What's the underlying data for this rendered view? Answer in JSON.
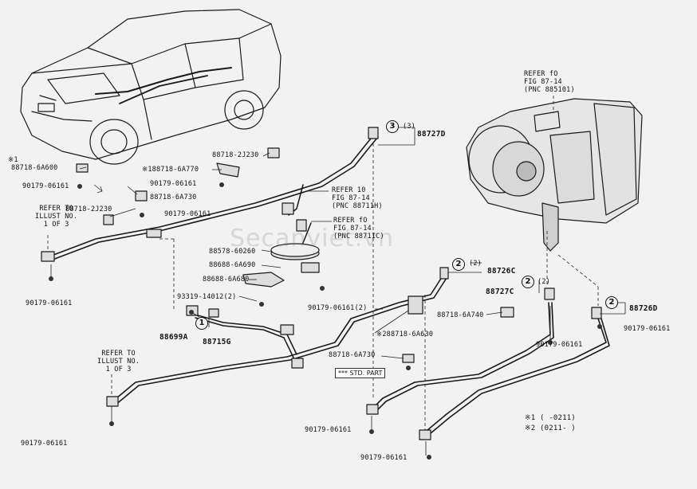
{
  "watermark": "Secanviet.vn",
  "labels": {
    "refer_8851": [
      "REFER fO",
      "FIG 87-14",
      "(PNC 885101)"
    ],
    "refer_88711": [
      "REFER 10",
      "FIG 87-14",
      "(PNC 88711H)"
    ],
    "refer_8871c": [
      "REFER fO",
      "FIG 87-14",
      "(PNC 8871IC)"
    ],
    "refer_illust_top": [
      "REFER TO",
      "ILLUST NO.",
      "1 OF 3"
    ],
    "refer_illust_bottom": [
      "REFER TO",
      "ILLUST NO.",
      "1 OF 3"
    ],
    "note_x1": "※1",
    "p_88718_6A600": "88718-6A600",
    "p_90179_06161_a": "90179-06161",
    "p_88718_2J230_a": "88718-2J230",
    "p_88718_6A770": "※188718-6A770",
    "p_90179_06161_b": "90179-06161",
    "p_88718_6A730_a": "88718-6A730",
    "p_88718_2J230_b": "88718-2J230",
    "p_90179_06161_c": "90179-06161",
    "p_90179_06161_d": "90179-06161",
    "p_88727D": "88727D",
    "p_88578": "88578-60260",
    "p_88688_6A690": "88688-6A690",
    "p_88688_6A680": "88688-6A680",
    "p_93319": "93319-14012(2)",
    "p_90179_2": "90179-06161(2)",
    "p_88699A": "88699A",
    "p_88715G": "88715G",
    "p_88726C": "88726C",
    "p_88727C": "88727C",
    "p_88726D": "88726D",
    "p_88718_6A740": "88718-6A740",
    "p_88718_6A630": "※288718-6A630",
    "p_88718_6A730_b": "88718-6A730",
    "p_90179_06161_e": "90179-06161",
    "p_90179_06161_f": "90179-06161",
    "p_90179_06161_g": "90179-06161",
    "p_90179_06161_h": "90179-06161",
    "std_part": "*** STD. PART",
    "qty_3": "(3)",
    "qty_2a": "(2)",
    "qty_2b": "(2)",
    "circ_3": "3",
    "circ_2a": "2",
    "circ_2b": "2",
    "circ_2c": "2",
    "circ_1": "1",
    "legend_1": "※1 (      -0211)",
    "legend_2": "※2 (0211-       )"
  }
}
